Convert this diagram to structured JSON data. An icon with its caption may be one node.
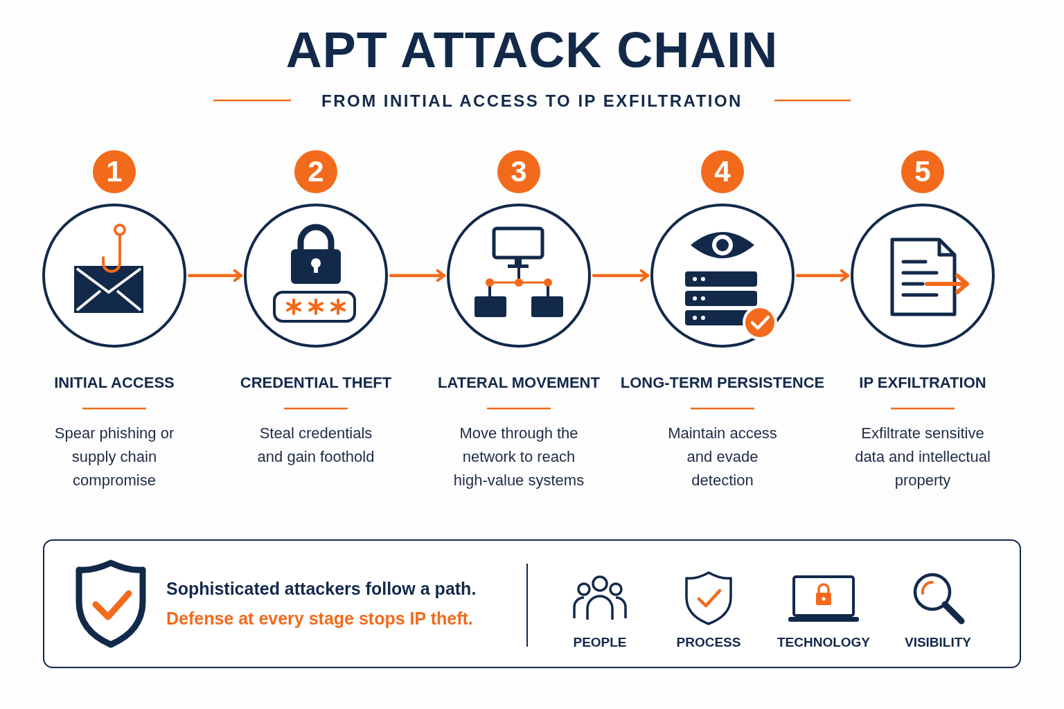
{
  "diagram": {
    "title": "APT ATTACK CHAIN",
    "nodes": [
      {
        "text": [],
        "shape": "circle",
        "beside": [
          "1",
          "INITIAL ACCESS",
          "Spear phishing or supply chain compromise"
        ]
      },
      {
        "text": [],
        "shape": "circle",
        "beside": [
          "2",
          "CREDENTIAL THEFT",
          "Steal credentials and gain foothold"
        ]
      },
      {
        "text": [],
        "shape": "circle",
        "beside": [
          "3",
          "LATERAL MOVEMENT",
          "Move through the network to reach high-value systems"
        ]
      },
      {
        "text": [],
        "shape": "circle",
        "beside": [
          "4",
          "LONG-TERM PERSISTENCE",
          "Maintain access and evade detection"
        ]
      },
      {
        "text": [],
        "shape": "circle",
        "beside": [
          "5",
          "IP EXFILTRATION",
          "Exfiltrate sensitive data and intellectual property"
        ]
      },
      {
        "text": [
          "Sophisticated attackers follow a path.",
          "Defense at every stage stops IP theft."
        ]
      }
    ],
    "edges": [
      {
        "from": 0,
        "to": 1,
        "arrow": "to"
      },
      {
        "from": 1,
        "to": 2,
        "arrow": "to"
      },
      {
        "from": 2,
        "to": 3,
        "arrow": "to"
      },
      {
        "from": 3,
        "to": 4,
        "arrow": "to"
      }
    ],
    "labels": [
      "FROM INITIAL ACCESS TO IP EXFILTRATION",
      "PEOPLE",
      "PROCESS",
      "TECHNOLOGY",
      "VISIBILITY"
    ]
  }
}
